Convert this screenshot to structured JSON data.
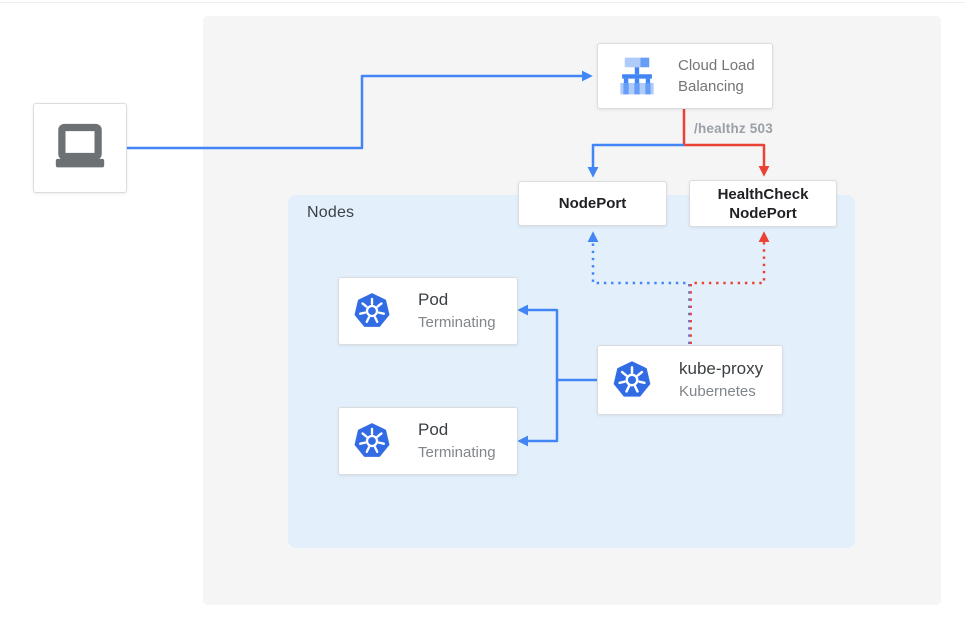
{
  "diagram": {
    "nodes_region_label": "Nodes",
    "client": {
      "icon": "laptop-icon"
    },
    "cloud_load_balancing": {
      "icon": "load-balancer-icon",
      "line1": "Cloud Load",
      "line2": "Balancing"
    },
    "healthz_label": "/healthz 503",
    "nodeport": {
      "label": "NodePort"
    },
    "healthcheck_nodeport": {
      "line1": "HealthCheck",
      "line2": "NodePort"
    },
    "pods": [
      {
        "icon": "kubernetes-icon",
        "title": "Pod",
        "subtitle": "Terminating"
      },
      {
        "icon": "kubernetes-icon",
        "title": "Pod",
        "subtitle": "Terminating"
      }
    ],
    "kube_proxy": {
      "icon": "kubernetes-icon",
      "title": "kube-proxy",
      "subtitle": "Kubernetes"
    },
    "colors": {
      "traffic_blue": "#4285f4",
      "healthcheck_red": "#ea4335",
      "kubernetes_blue": "#326ce5",
      "panel_background": "#f5f5f6",
      "nodes_background": "#e3f0fc",
      "card_border": "#dadce0",
      "title_text": "#3c4043",
      "subtitle_text": "#80868b",
      "healthz_text": "#9aa0a6"
    }
  }
}
